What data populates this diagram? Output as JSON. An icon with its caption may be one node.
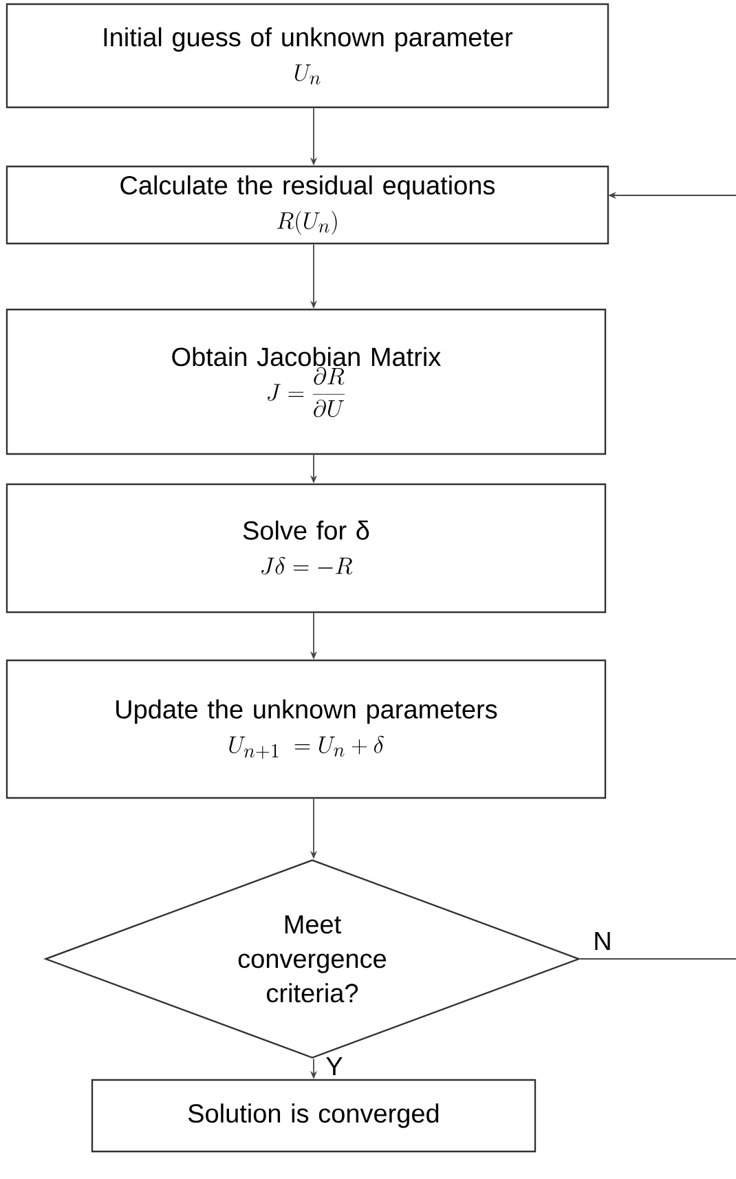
{
  "diagram": {
    "nodes": [
      {
        "text": [
          "Initial guess of unknown parameter",
          "U_n"
        ]
      },
      {
        "text": [
          "Calculate the residual equations",
          "R(U_n)"
        ]
      },
      {
        "text": [
          "Obtain Jacobian Matrix",
          "J = \\frac{\\partial R}{\\partial U}"
        ]
      },
      {
        "text": [
          "Solve for δ",
          "J\\delta = -R"
        ]
      },
      {
        "text": [
          "Update the unknown parameters",
          "U_{n+1} \\; = U_n + \\delta"
        ]
      },
      {
        "text": [
          "Meet convergence criteria?"
        ]
      },
      {
        "text": [
          "Solution is converged"
        ]
      }
    ],
    "edges": [
      {
        "from": 0,
        "to": 1,
        "arrow": "to"
      },
      {
        "from": 1,
        "to": 2,
        "arrow": "to"
      },
      {
        "from": 2,
        "to": 3,
        "arrow": "to"
      },
      {
        "from": 3,
        "to": 4,
        "arrow": "to"
      },
      {
        "from": 4,
        "to": 5,
        "arrow": "to"
      },
      {
        "from": 5,
        "to": 6,
        "arrow": "to",
        "label": "Y"
      },
      {
        "from": 5,
        "to": null,
        "arrow": "none",
        "label": "N"
      },
      {
        "from": null,
        "to": 1,
        "arrow": "to"
      }
    ]
  }
}
